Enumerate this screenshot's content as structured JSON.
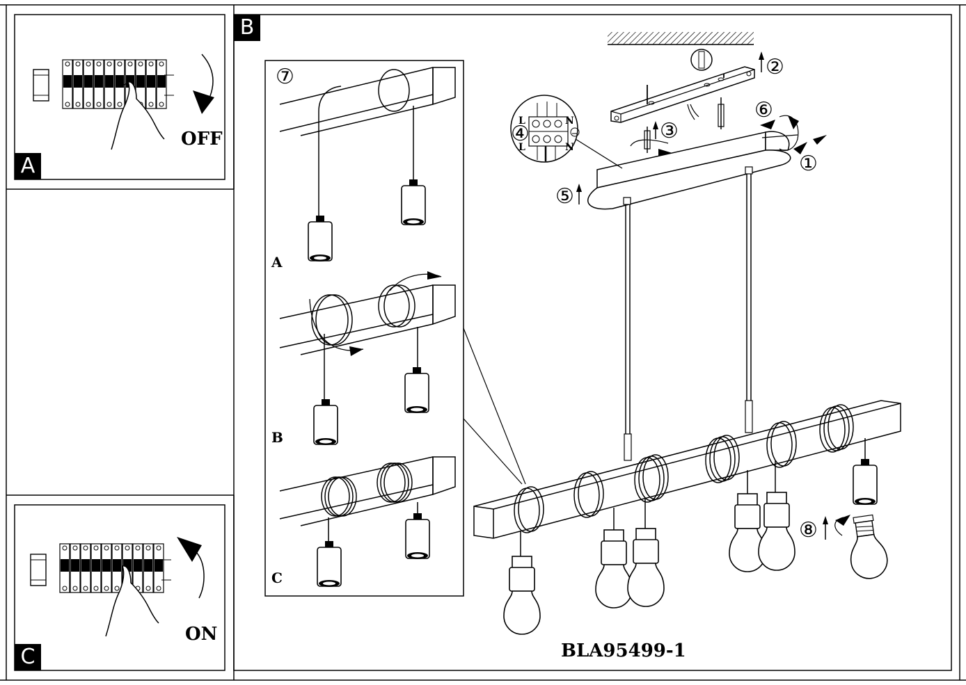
{
  "panels": {
    "a": {
      "tag": "A",
      "action": "OFF"
    },
    "b": {
      "tag": "B"
    },
    "c": {
      "tag": "C",
      "action": "ON"
    }
  },
  "detail_steps": {
    "a": "A",
    "b": "B",
    "c": "C"
  },
  "step_numbers": {
    "s1": "①",
    "s2": "②",
    "s3": "③",
    "s4": "④",
    "s5": "⑤",
    "s6": "⑥",
    "s7": "⑦",
    "s8": "⑧"
  },
  "terminal_labels": {
    "l_top": "L",
    "l_bottom": "L",
    "n_top": "N",
    "n_bottom": "N"
  },
  "model_code": "BLA95499-1"
}
